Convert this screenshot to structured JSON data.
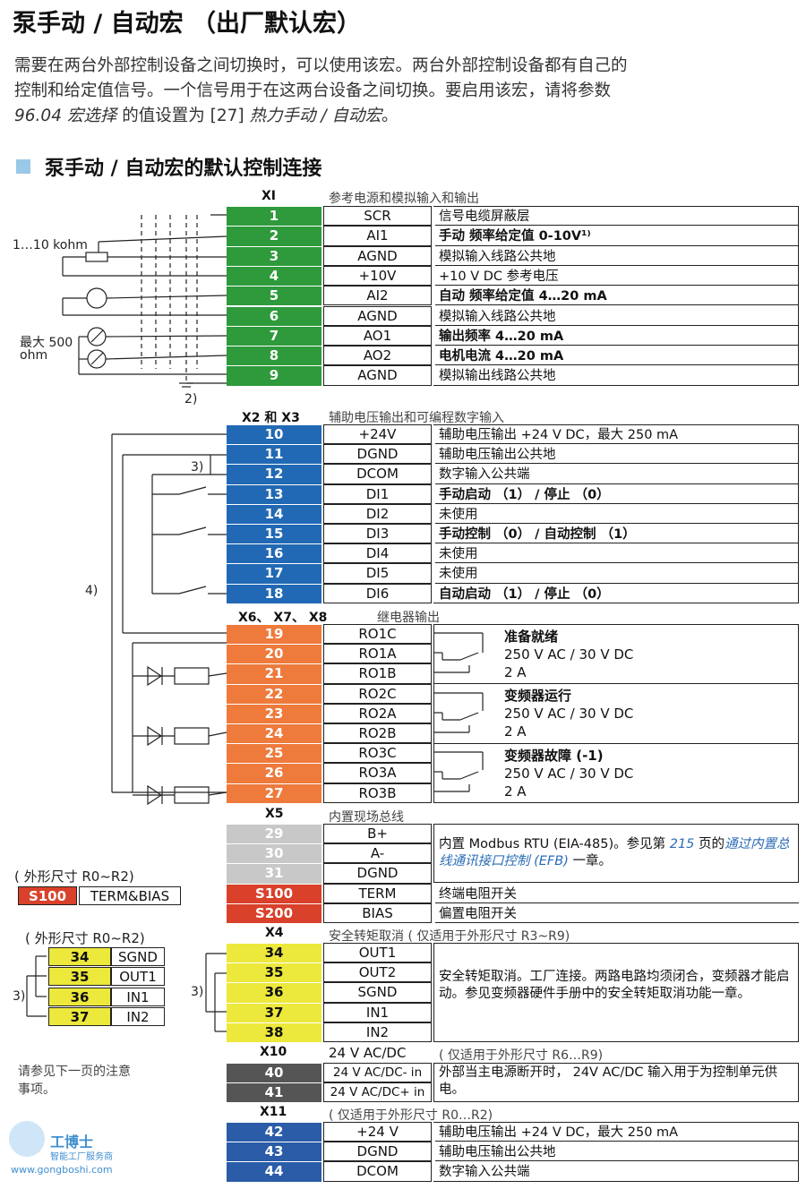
{
  "header": {
    "title": "泵手动 / 自动宏 （出厂默认宏）",
    "intro_line1": "需要在两台外部控制设备之间切换时，可以使用该宏。两台外部控制设备都有自己的",
    "intro_line2": "控制和给定值信号。一个信号用于在这两台设备之间切换。要启用该宏，请将参数",
    "intro_param": "96.04 宏选择",
    "intro_mid": " 的值设置为 [27] ",
    "intro_value": "热力手动 / 自动宏",
    "intro_end": "。",
    "subtitle": "泵手动 / 自动宏的默认控制连接"
  },
  "sections": {
    "xi": {
      "name": "XI",
      "title": "参考电源和模拟输入和输出"
    },
    "x2x3": {
      "name": "X2 和 X3",
      "title": "辅助电压输出和可编程数字输入"
    },
    "x678": {
      "name": "X6、 X7、 X8",
      "title": "继电器输出"
    },
    "x5": {
      "name": "X5",
      "title": "内置现场总线"
    },
    "x4": {
      "name": "X4",
      "title": "安全转矩取消 ( 仅适用于外形尺寸 R3~R9)"
    },
    "x10": {
      "name": "X10",
      "sig": "24 V AC/DC",
      "title": "( 仅适用于外形尺寸 R6…R9)"
    },
    "x11": {
      "name": "X11",
      "title": "( 仅适用于外形尺寸 R0…R2)"
    }
  },
  "xi_rows": [
    {
      "n": "1",
      "sig": "SCR",
      "desc": "信号电缆屏蔽层",
      "bold": false
    },
    {
      "n": "2",
      "sig": "AI1",
      "desc": "手动 频率给定值 0-10V¹⁾",
      "bold": true
    },
    {
      "n": "3",
      "sig": "AGND",
      "desc": "模拟输入线路公共地",
      "bold": false
    },
    {
      "n": "4",
      "sig": "+10V",
      "desc": "+10 V DC 参考电压",
      "bold": false
    },
    {
      "n": "5",
      "sig": "AI2",
      "desc": "自动 频率给定值 4…20 mA",
      "bold": true
    },
    {
      "n": "6",
      "sig": "AGND",
      "desc": "模拟输入线路公共地",
      "bold": false
    },
    {
      "n": "7",
      "sig": "AO1",
      "desc": "输出频率 4…20 mA",
      "bold": true
    },
    {
      "n": "8",
      "sig": "AO2",
      "desc": "电机电流 4…20 mA",
      "bold": true
    },
    {
      "n": "9",
      "sig": "AGND",
      "desc": "模拟输出线路公共地",
      "bold": false
    }
  ],
  "x2_rows": [
    {
      "n": "10",
      "sig": "+24V",
      "desc": "辅助电压输出 +24 V DC，最大 250 mA",
      "bold": false
    },
    {
      "n": "11",
      "sig": "DGND",
      "desc": "辅助电压输出公共地",
      "bold": false
    },
    {
      "n": "12",
      "sig": "DCOM",
      "desc": "数字输入公共端",
      "bold": false
    },
    {
      "n": "13",
      "sig": "DI1",
      "desc": "手动启动 （1） / 停止 （0）",
      "bold": true
    },
    {
      "n": "14",
      "sig": "DI2",
      "desc": "未使用",
      "bold": false
    },
    {
      "n": "15",
      "sig": "DI3",
      "desc": "手动控制 （0） / 自动控制 （1）",
      "bold": true
    },
    {
      "n": "16",
      "sig": "DI4",
      "desc": "未使用",
      "bold": false
    },
    {
      "n": "17",
      "sig": "DI5",
      "desc": "未使用",
      "bold": false
    },
    {
      "n": "18",
      "sig": "DI6",
      "desc": "自动启动 （1） / 停止 （0）",
      "bold": true
    }
  ],
  "relay_rows": [
    {
      "n": "19",
      "sig": "RO1C"
    },
    {
      "n": "20",
      "sig": "RO1A"
    },
    {
      "n": "21",
      "sig": "RO1B"
    },
    {
      "n": "22",
      "sig": "RO2C"
    },
    {
      "n": "23",
      "sig": "RO2A"
    },
    {
      "n": "24",
      "sig": "RO2B"
    },
    {
      "n": "25",
      "sig": "RO3C"
    },
    {
      "n": "26",
      "sig": "RO3A"
    },
    {
      "n": "27",
      "sig": "RO3B"
    }
  ],
  "relays": [
    {
      "name": "准备就绪",
      "rating": "250 V AC / 30 V DC",
      "current": "2 A"
    },
    {
      "name": "变频器运行",
      "rating": "250 V AC / 30 V DC",
      "current": "2 A"
    },
    {
      "name": "变频器故障 (-1)",
      "rating": "250 V AC / 30 V DC",
      "current": "2 A"
    }
  ],
  "x5_rows": [
    {
      "n": "29",
      "sig": "B+"
    },
    {
      "n": "30",
      "sig": "A-"
    },
    {
      "n": "31",
      "sig": "DGND"
    },
    {
      "n": "S100",
      "sig": "TERM",
      "desc": "终端电阻开关"
    },
    {
      "n": "S200",
      "sig": "BIAS",
      "desc": "偏置电阻开关"
    }
  ],
  "x5_desc": {
    "a": "内置 Modbus RTU (EIA-485)。参见第 ",
    "page": "215",
    "b": " 页的",
    "link": "通过内置总线通讯接口控制 (EFB)",
    "c": " 一章。"
  },
  "x4_rows": [
    {
      "n": "34",
      "sig": "OUT1"
    },
    {
      "n": "35",
      "sig": "OUT2"
    },
    {
      "n": "36",
      "sig": "SGND"
    },
    {
      "n": "37",
      "sig": "IN1"
    },
    {
      "n": "38",
      "sig": "IN2"
    }
  ],
  "x4_desc": "安全转矩取消。工厂连接。两路电路均须闭合，变频器才能启动。参见变频器硬件手册中的安全转矩取消功能一章。",
  "x10_rows": [
    {
      "n": "40",
      "sig": "24 V AC/DC- in"
    },
    {
      "n": "41",
      "sig": "24 V AC/DC+ in"
    }
  ],
  "x10_desc": "外部当主电源断开时， 24V AC/DC 输入用于为控制单元供电。",
  "x11_rows": [
    {
      "n": "42",
      "sig": "+24 V",
      "desc": "辅助电压输出 +24 V DC，最大 250 mA"
    },
    {
      "n": "43",
      "sig": "DGND",
      "desc": "辅助电压输出公共地"
    },
    {
      "n": "44",
      "sig": "DCOM",
      "desc": "数字输入公共端"
    }
  ],
  "left": {
    "pot": "1…10 kohm",
    "load1": "最大 500",
    "load2": "ohm",
    "note2": "2)",
    "note3": "3)",
    "note4": "4)",
    "frame1": "( 外形尺寸 R0~R2)",
    "s100": "S100",
    "termbias": "TERM&BIAS",
    "frame2": "( 外形尺寸 R0~R2)",
    "mini_rows": [
      {
        "n": "34",
        "sig": "SGND"
      },
      {
        "n": "35",
        "sig": "OUT1"
      },
      {
        "n": "36",
        "sig": "IN1"
      },
      {
        "n": "37",
        "sig": "IN2"
      }
    ],
    "note_see1": "请参见下一页的注意",
    "note_see2": "事项。"
  },
  "watermark": {
    "brand": "工博士",
    "slogan": "智能工厂服务商",
    "url": "www.gongboshi.com"
  }
}
